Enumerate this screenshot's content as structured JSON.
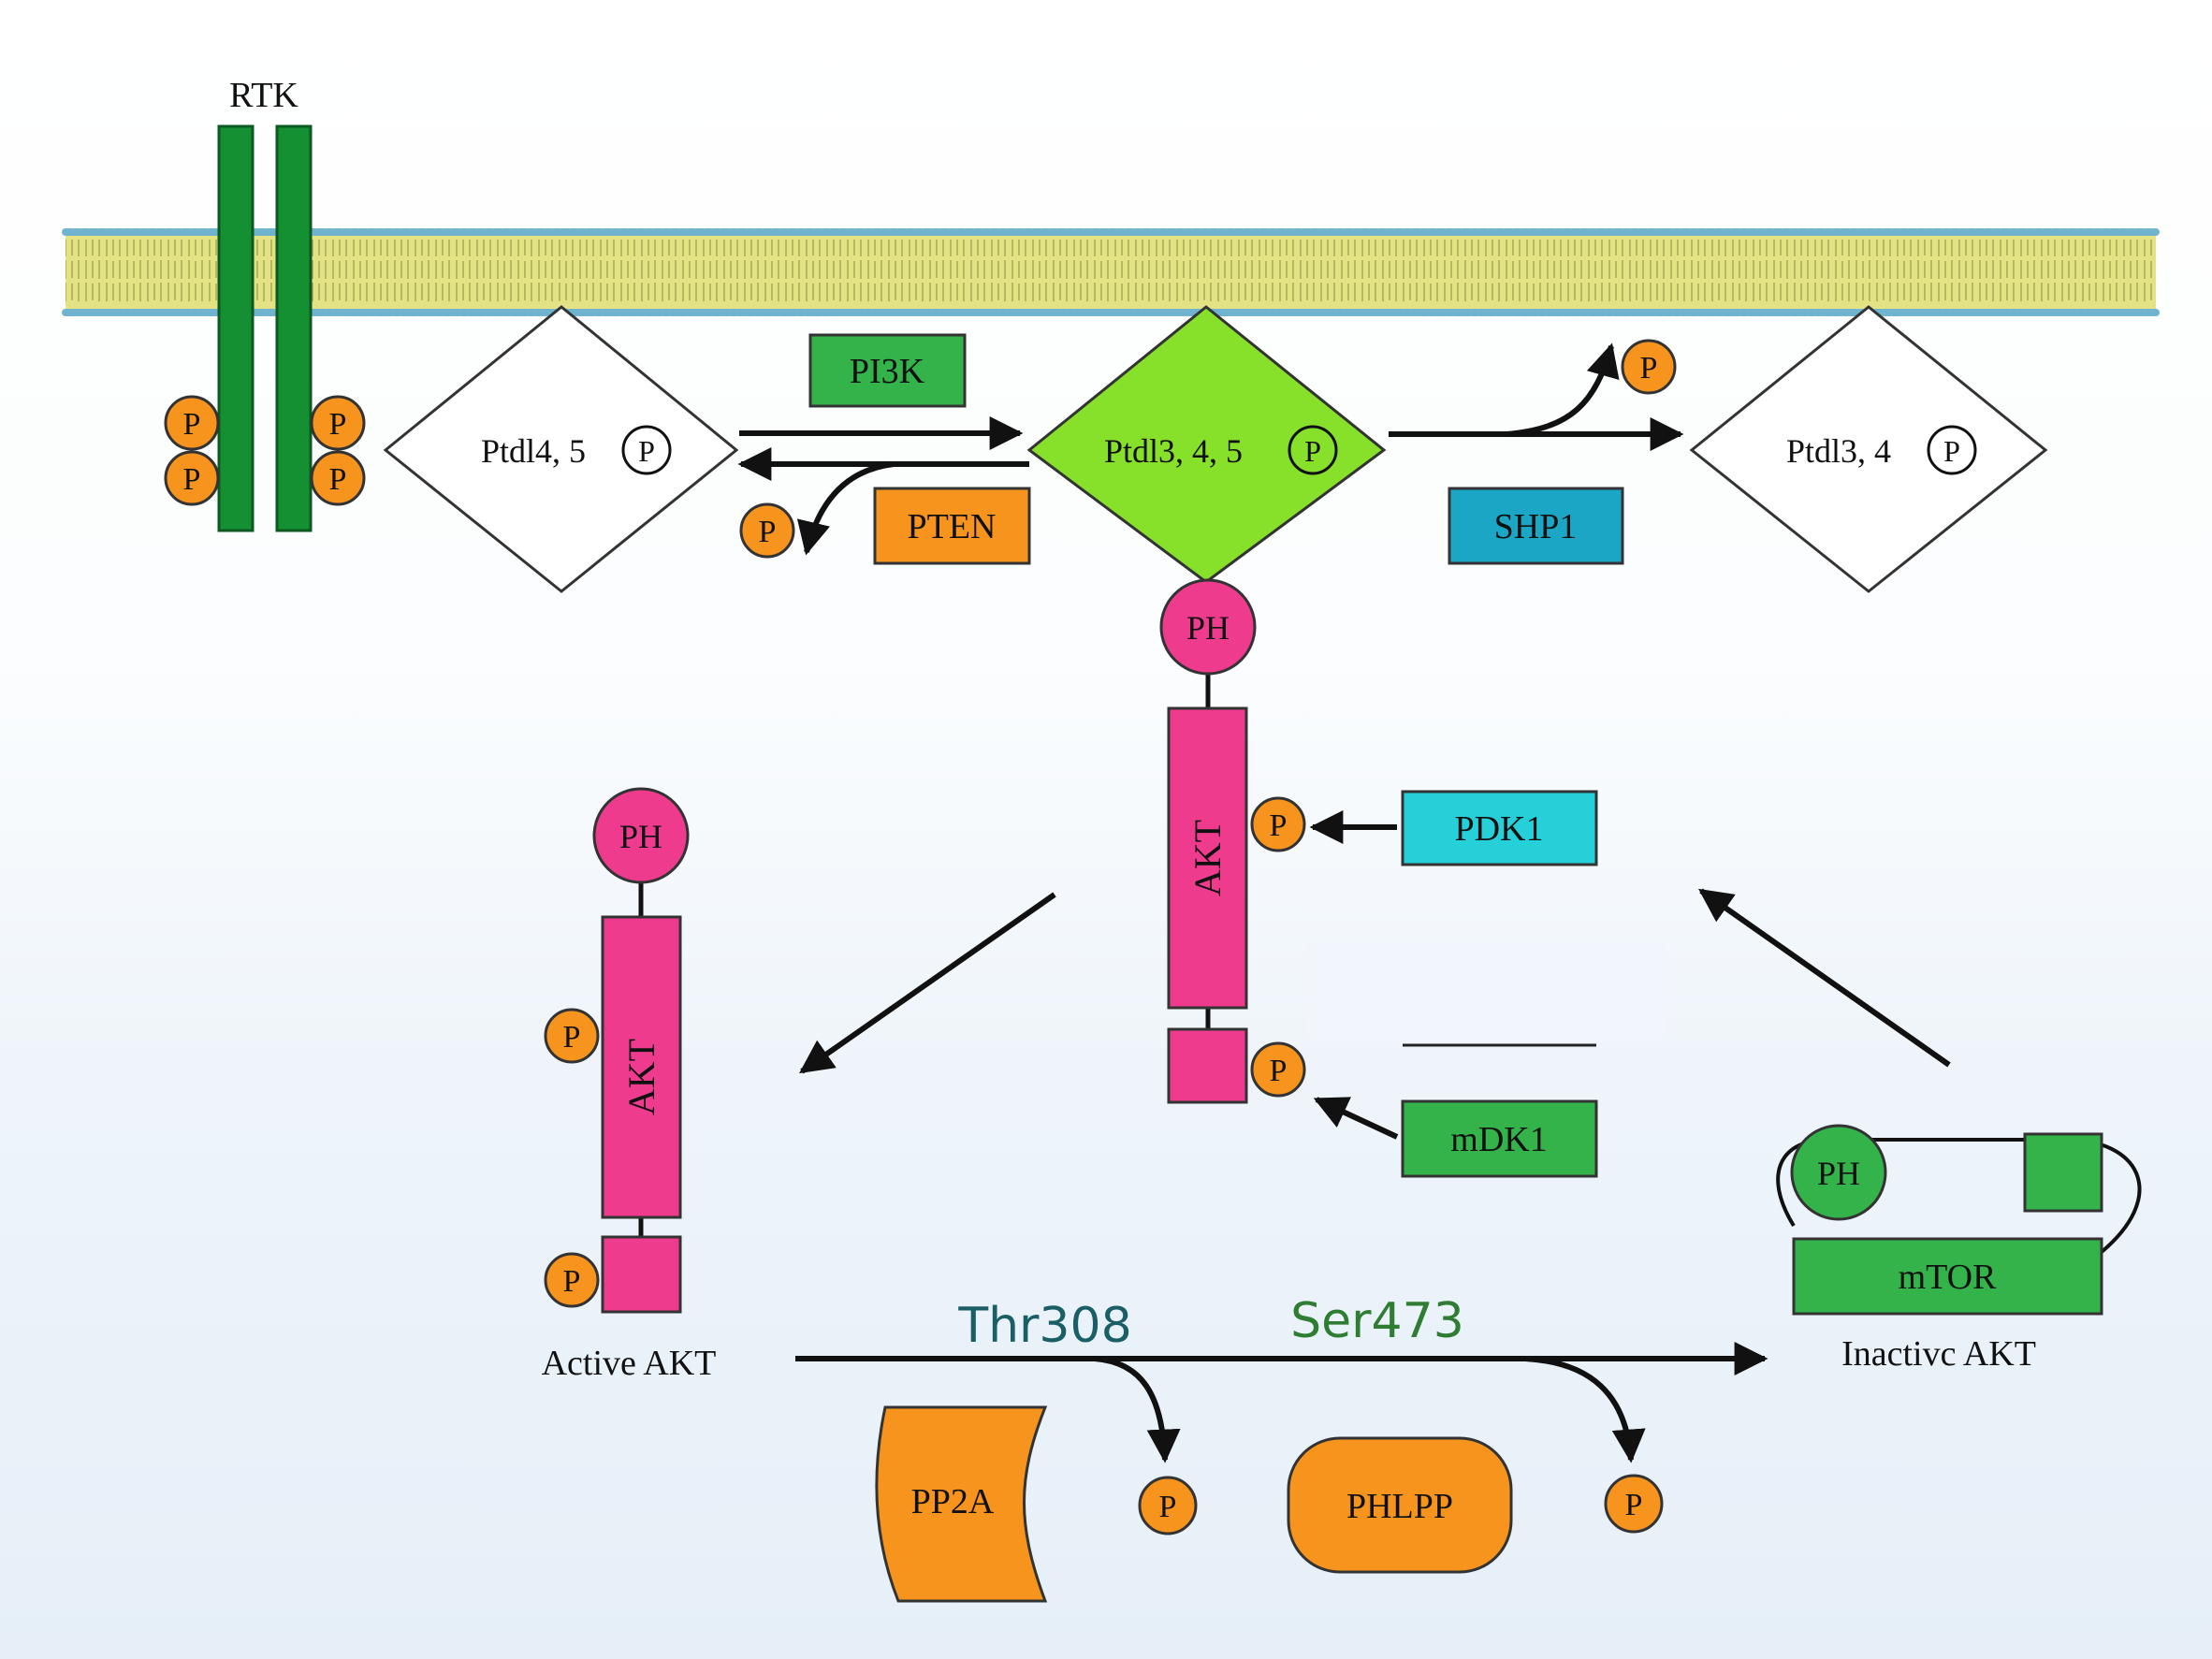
{
  "receptor": {
    "label": "RTK"
  },
  "phospho": {
    "symbol": "P"
  },
  "lipids": {
    "pip2": {
      "label": "Ptdl4, 5"
    },
    "pip3": {
      "label": "Ptdl3, 4, 5"
    },
    "pi34": {
      "label": "Ptdl3, 4"
    }
  },
  "enzymes": {
    "pi3k": "PI3K",
    "pten": "PTEN",
    "shp1": "SHP1",
    "pdk1": "PDK1",
    "mdk1": "mDK1",
    "pp2a": "PP2A",
    "phlpp": "PHLPP"
  },
  "akt": {
    "ph_label": "PH",
    "kinase_label": "AKT",
    "active_label": "Active AKT",
    "inactive_label": "Inactivc AKT",
    "mtor_label": "mTOR"
  },
  "sites": {
    "thr": "Thr308",
    "ser": "Ser473"
  },
  "colors": {
    "membrane_fill": "#e3e384",
    "membrane_beads": "#6fb3cf",
    "receptor": "#149033",
    "phospho": "#f7941d",
    "pi3k_green": "#33b34a",
    "pip3_green": "#87e02a",
    "pten_orange": "#f7941d",
    "shp1_blue": "#1aa6c4",
    "pdk1_cyan": "#25d0d8",
    "akt_pink": "#ee3b8e",
    "thr_text": "#1a5f66",
    "ser_text": "#2e7d32"
  }
}
